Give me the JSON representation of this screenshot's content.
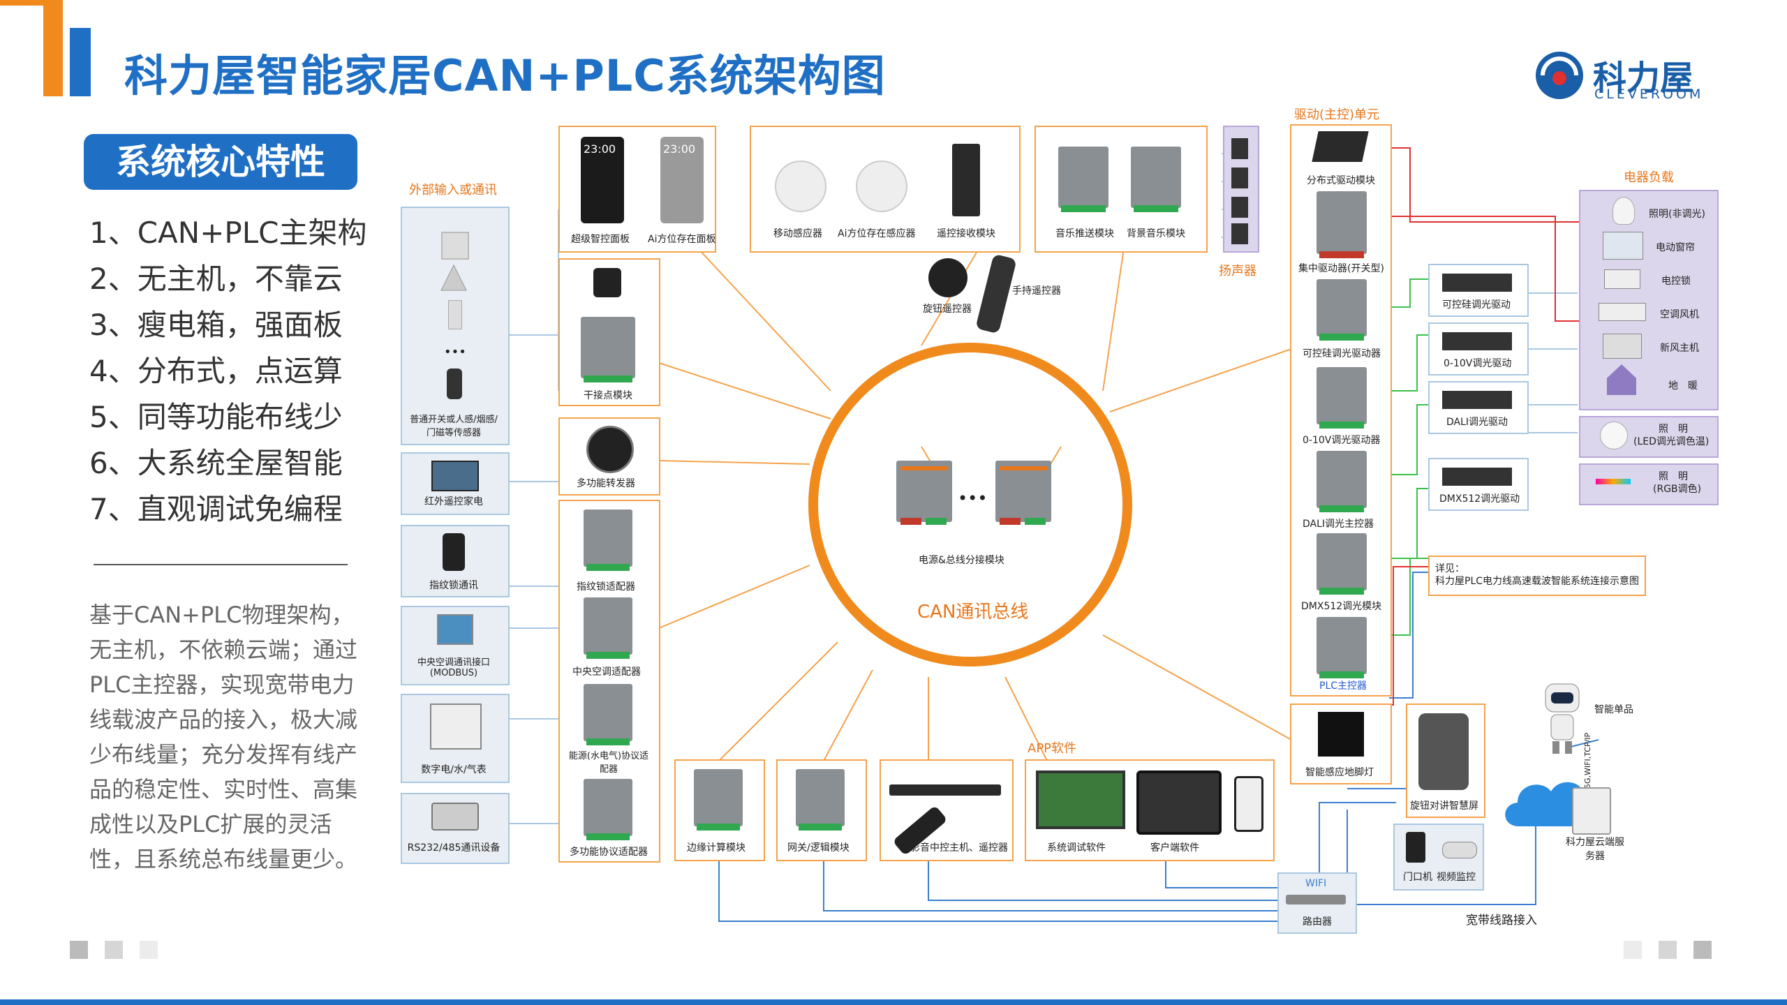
{
  "header": {
    "title": "科力屋智能家居CAN+PLC系统架构图",
    "logo_cn": "科力屋",
    "logo_en": "CLEVEROOM"
  },
  "colors": {
    "accent_blue": "#1f6fc5",
    "accent_orange": "#f08a1c",
    "line_green": "#39c24a",
    "line_red": "#e03030",
    "line_blue": "#3a7fd0"
  },
  "features": {
    "title": "系统核心特性",
    "items": [
      "1、CAN+PLC主架构",
      "2、无主机，不靠云",
      "3、瘦电箱，强面板",
      "4、分布式，点运算",
      "5、同等功能布线少",
      "6、大系统全屋智能",
      "7、直观调试免编程"
    ],
    "description": "基于CAN+PLC物理架构，无主机，不依赖云端；通过PLC主控器，实现宽带电力线载波产品的接入，极大减少布线量；充分发挥有线产品的稳定性、实时性、高集成性以及PLC扩展的灵活性，且系统总布线量更少。"
  },
  "diagram": {
    "bus_label": "CAN通讯总线",
    "center_label": "电源&总线分接模块",
    "ellipsis": "•••",
    "external_title": "外部输入或通讯",
    "external_sensors_label": "普通开关或人感/烟感/门磁等传感器",
    "left_items": [
      "红外遥控家电",
      "指纹锁通讯",
      "中央空调通讯接口(MODBUS)",
      "数字电/水/气表",
      "RS232/485通讯设备"
    ],
    "panel_labels": [
      "超级智控面板",
      "Ai方位存在面板"
    ],
    "panel_time": "23:00",
    "sensor_labels": [
      "移动感应器",
      "Ai方位存在感应器",
      "遥控接收模块"
    ],
    "music_labels": [
      "音乐推送模块",
      "背景音乐模块"
    ],
    "speaker_label": "扬声器",
    "remote_labels": [
      "旋钮遥控器",
      "手持遥控器"
    ],
    "dry_contact": "干接点模块",
    "converter": "多功能转发器",
    "adapters": [
      "指纹锁适配器",
      "中央空调适配器",
      "能源(水电气)协议适配器",
      "多功能协议适配器"
    ],
    "bottom_modules": [
      "边缘计算模块",
      "网关/逻辑模块",
      "影音中控主机、遥控器"
    ],
    "app_title": "APP软件",
    "app_labels": [
      "系统调试软件",
      "客户端软件"
    ],
    "drive_title": "驱动(主控)单元",
    "drive_labels": [
      "分布式驱动模块",
      "集中驱动器(开关型)",
      "可控硅调光驱动器",
      "0-10V调光驱动器",
      "DALI调光主控器",
      "DMX512调光模块",
      "PLC主控器"
    ],
    "dimmer_labels": [
      "可控硅调光驱动",
      "0-10V调光驱动",
      "DALI调光驱动",
      "DMX512调光驱动"
    ],
    "load_title": "电器负载",
    "loads": [
      "照明(非调光)",
      "电动窗帘",
      "电控锁",
      "空调风机",
      "新风主机",
      "地　暖"
    ],
    "light1": [
      "照　明",
      "(LED调光调色温)"
    ],
    "light2": [
      "照　明",
      "(RGB调色)"
    ],
    "note": [
      "详见：",
      "科力屋PLC电力线高速载波智能系统连接示意图"
    ],
    "foot_light": "智能感应地脚灯",
    "knob_screen": "旋钮对讲智慧屏",
    "door_labels": [
      "门口机",
      "视频监控"
    ],
    "wifi": "WIFI",
    "router": "路由器",
    "broadband": "宽带线路接入",
    "robot_label": "智能单品",
    "protocol": "5G,WIFI,TCP/IP",
    "cloud_label": "科力屋云端服务器"
  }
}
